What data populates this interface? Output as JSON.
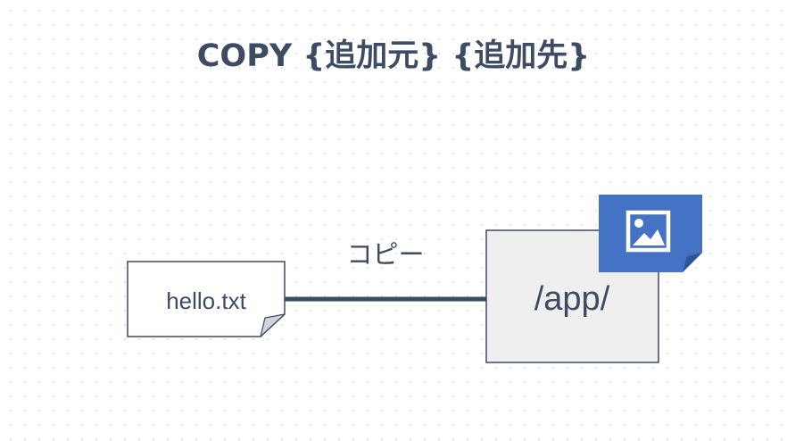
{
  "title": "COPY  {追加元} {追加先}",
  "diagram": {
    "source_file": {
      "label": "hello.txt",
      "icon": "file-icon"
    },
    "arrow": {
      "label": "コピー"
    },
    "destination": {
      "label": "/app/",
      "badge_icon": "image-icon"
    }
  },
  "colors": {
    "text": "#3d4b63",
    "arrow": "#3d4b63",
    "badge": "#4472c4",
    "badge_fold": "#2f5597",
    "destination_fill": "#efefef",
    "file_fill": "#ffffff",
    "file_fold": "#d0d4da"
  }
}
